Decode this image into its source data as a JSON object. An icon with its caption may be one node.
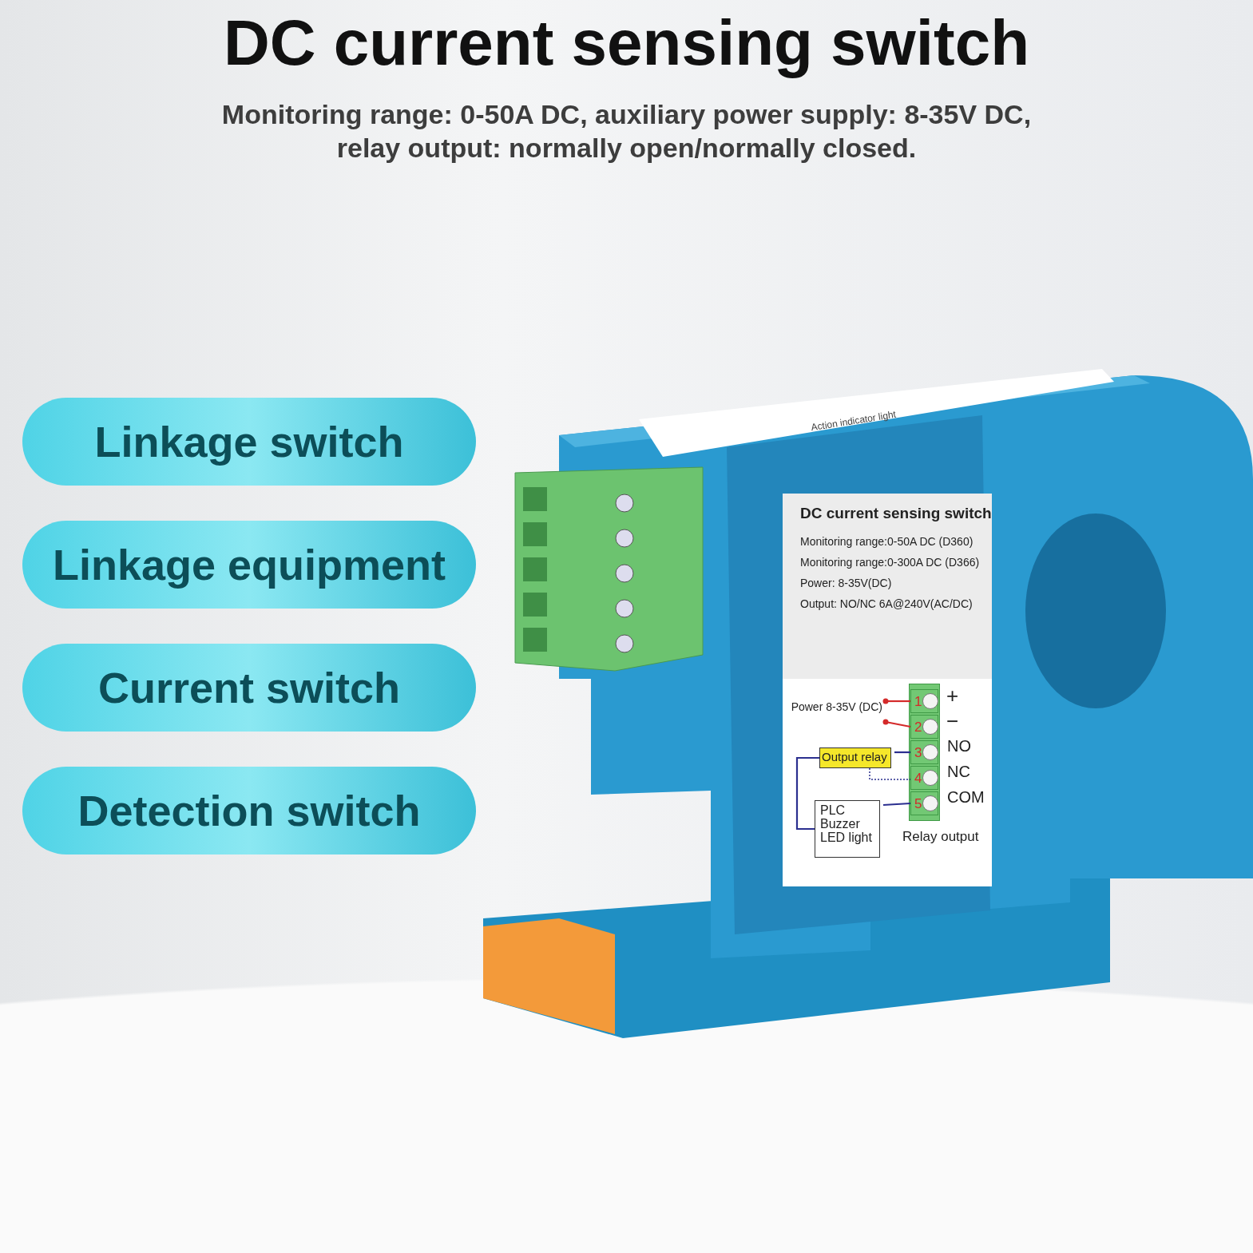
{
  "diagram": {
    "title": "DC current sensing switch",
    "nodes": [
      {
        "text": [
          "Linkage switch"
        ]
      },
      {
        "text": [
          "Linkage equipment"
        ]
      },
      {
        "text": [
          "Current switch"
        ]
      },
      {
        "text": [
          "Detection switch"
        ]
      },
      {
        "text": [
          "Power 8-35V (DC)"
        ]
      },
      {
        "text": [
          "1"
        ]
      },
      {
        "text": [
          "2"
        ]
      },
      {
        "text": [
          "3"
        ]
      },
      {
        "text": [
          "4"
        ]
      },
      {
        "text": [
          "5"
        ]
      },
      {
        "text": [
          "Output relay"
        ]
      },
      {
        "text": [
          "PLC Buzzer LED light"
        ]
      }
    ],
    "edges": [
      {
        "from": 4,
        "to": 5,
        "arrow": "other",
        "color": "#d42a2a"
      },
      {
        "from": 4,
        "to": 6,
        "arrow": "other",
        "color": "#d42a2a"
      },
      {
        "from": 10,
        "to": 7,
        "arrow": "none"
      },
      {
        "from": 10,
        "to": 8,
        "arrow": "none",
        "style": "dashed"
      },
      {
        "from": 10,
        "to": 11,
        "arrow": "none"
      },
      {
        "from": 11,
        "to": 9,
        "arrow": "none"
      }
    ],
    "labels": [
      "Monitoring range: 0-50A DC, auxiliary power supply: 8-35V DC, relay output: normally open/normally closed.",
      "Action indicator light",
      "DC current sensing switch",
      "Monitoring range:0-50A DC (D360)",
      "Monitoring range:0-300A DC (D366)",
      "Power: 8-35V(DC)",
      "Output: NO/NC 6A@240V(AC/DC)",
      "+",
      "−",
      "NO",
      "NC",
      "COM",
      "Relay output"
    ]
  }
}
